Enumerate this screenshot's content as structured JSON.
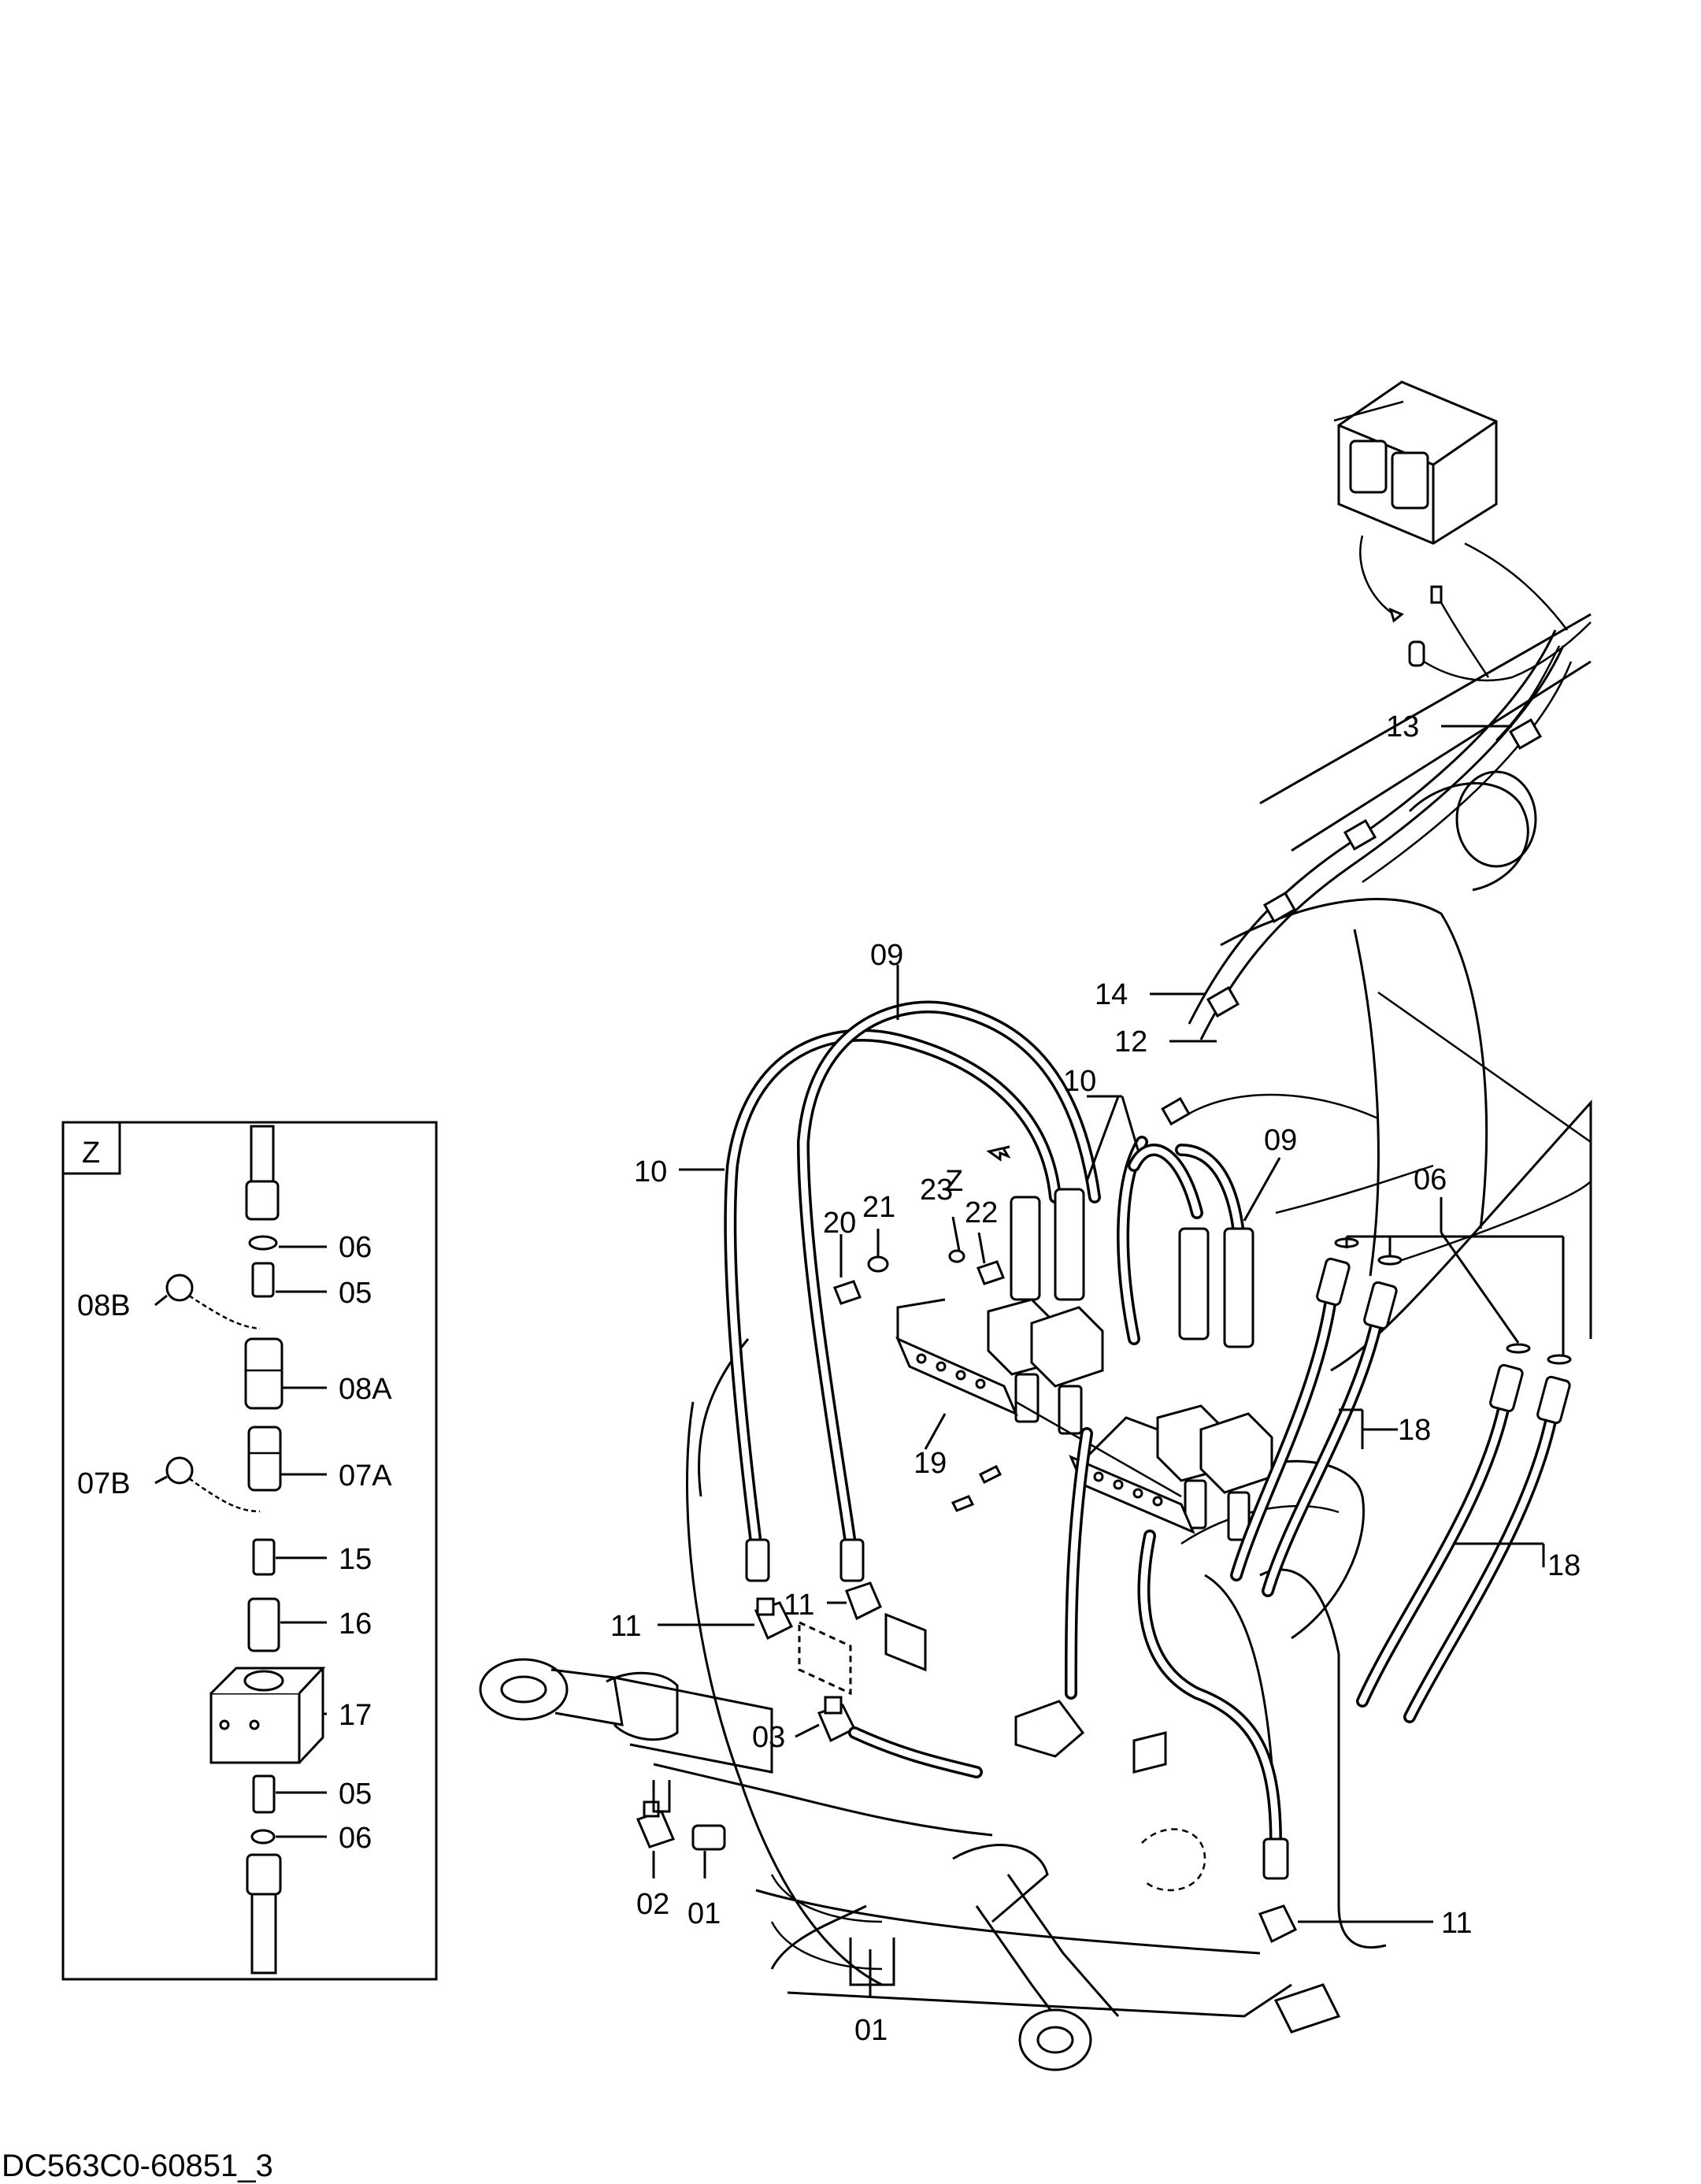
{
  "drawing_code": "DC563C0-60851_3",
  "detail_view": "Z",
  "view_arrow": "Z",
  "callouts": {
    "c01a": "01",
    "c01b": "01",
    "c02": "02",
    "c03": "03",
    "c06a": "06",
    "c06b": "06",
    "c06c": "06",
    "c05a": "05",
    "c05b": "05",
    "c07a": "07A",
    "c07b": "07B",
    "c08a": "08A",
    "c08b": "08B",
    "c09a": "09",
    "c09b": "09",
    "c10a": "10",
    "c10b": "10",
    "c11a": "11",
    "c11b": "11",
    "c11c": "11",
    "c12": "12",
    "c13": "13",
    "c14": "14",
    "c15": "15",
    "c16": "16",
    "c17": "17",
    "c18a": "18",
    "c18b": "18",
    "c19": "19",
    "c20": "20",
    "c21": "21",
    "c22": "22",
    "c23": "23"
  }
}
